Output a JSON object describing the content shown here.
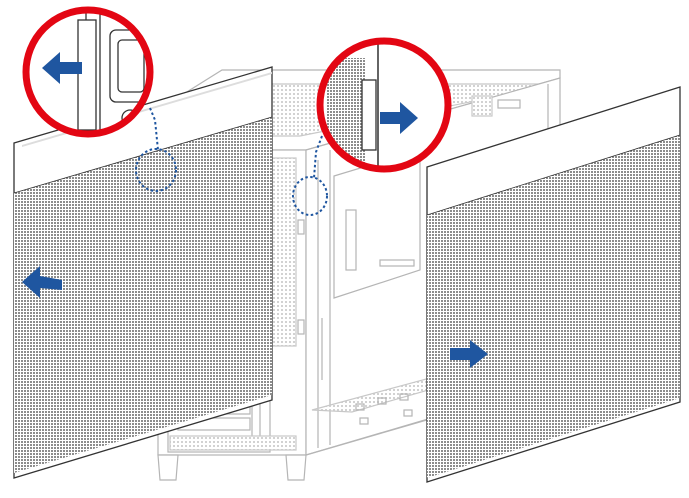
{
  "diagram": {
    "subject": "pc-case-side-panel-removal",
    "steps": [
      {
        "panel": "left-side-panel",
        "direction": "left"
      },
      {
        "panel": "right-side-panel",
        "direction": "right"
      }
    ],
    "callouts": [
      {
        "detail": "left-panel-latch",
        "direction": "left"
      },
      {
        "detail": "right-panel-latch",
        "direction": "right"
      }
    ]
  },
  "colors": {
    "arrow": "#1f56a0",
    "callout_ring": "#e30613",
    "outline": "#333333",
    "case_line": "#b5b5b5",
    "mesh": "#8c8c8c",
    "background": "#ffffff"
  }
}
